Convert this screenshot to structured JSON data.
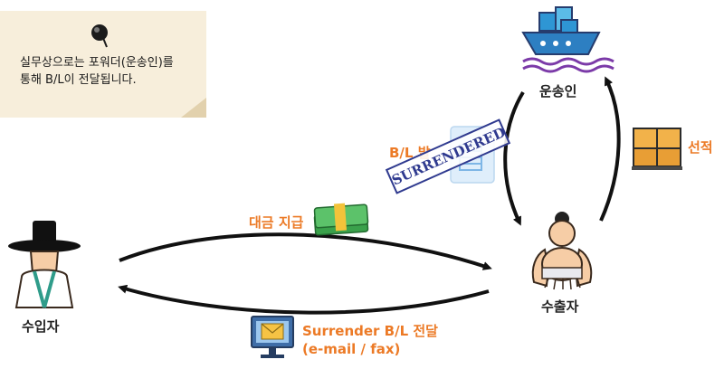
{
  "note": {
    "line1": "실무상으로는 포워더(운송인)를",
    "line2": "통해 B/L이 전달됩니다."
  },
  "nodes": {
    "carrier": "운송인",
    "exporter": "수출자",
    "importer": "수입자"
  },
  "edges": {
    "loading": "선적",
    "payment": "대금 지급",
    "bl_issue": "B/L 발",
    "surrender_line1": "Surrender B/L 전달",
    "surrender_line2": "(e-mail / fax)"
  },
  "stamp": {
    "text": "SURRENDERED"
  },
  "colors": {
    "accent": "#ec7a26",
    "stamp": "#2f3a8f",
    "note": "#f7eedb"
  }
}
